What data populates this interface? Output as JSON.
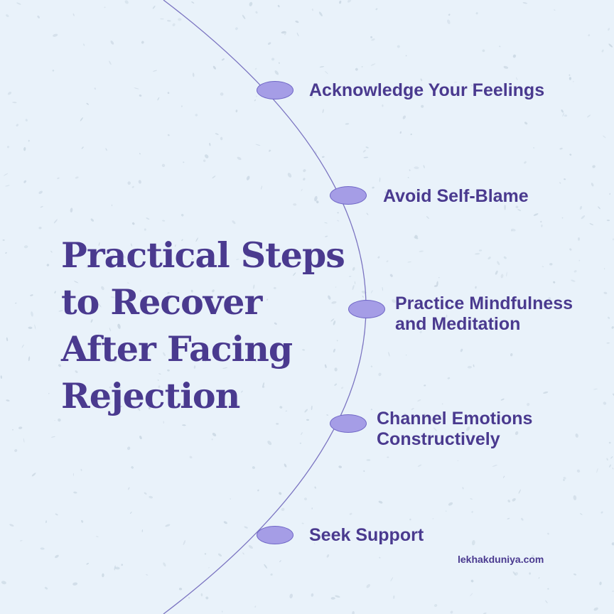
{
  "title_lines": [
    "Practical Steps",
    "to Recover",
    "After Facing",
    "Rejection"
  ],
  "steps": [
    {
      "lines": [
        "Acknowledge Your Feelings"
      ]
    },
    {
      "lines": [
        "Avoid Self-Blame"
      ]
    },
    {
      "lines": [
        "Practice Mindfulness",
        "and Meditation"
      ]
    },
    {
      "lines": [
        "Channel Emotions",
        "Constructively"
      ]
    },
    {
      "lines": [
        "Seek Support"
      ]
    }
  ],
  "footer": "lekhakduniya.com",
  "colors": {
    "background": "#e9f2fa",
    "speckle": "#cbd8e3",
    "text": "#4a3a8f",
    "marker_fill": "#a59de6",
    "marker_border": "#6f66c6",
    "arc": "#7b74c1"
  }
}
